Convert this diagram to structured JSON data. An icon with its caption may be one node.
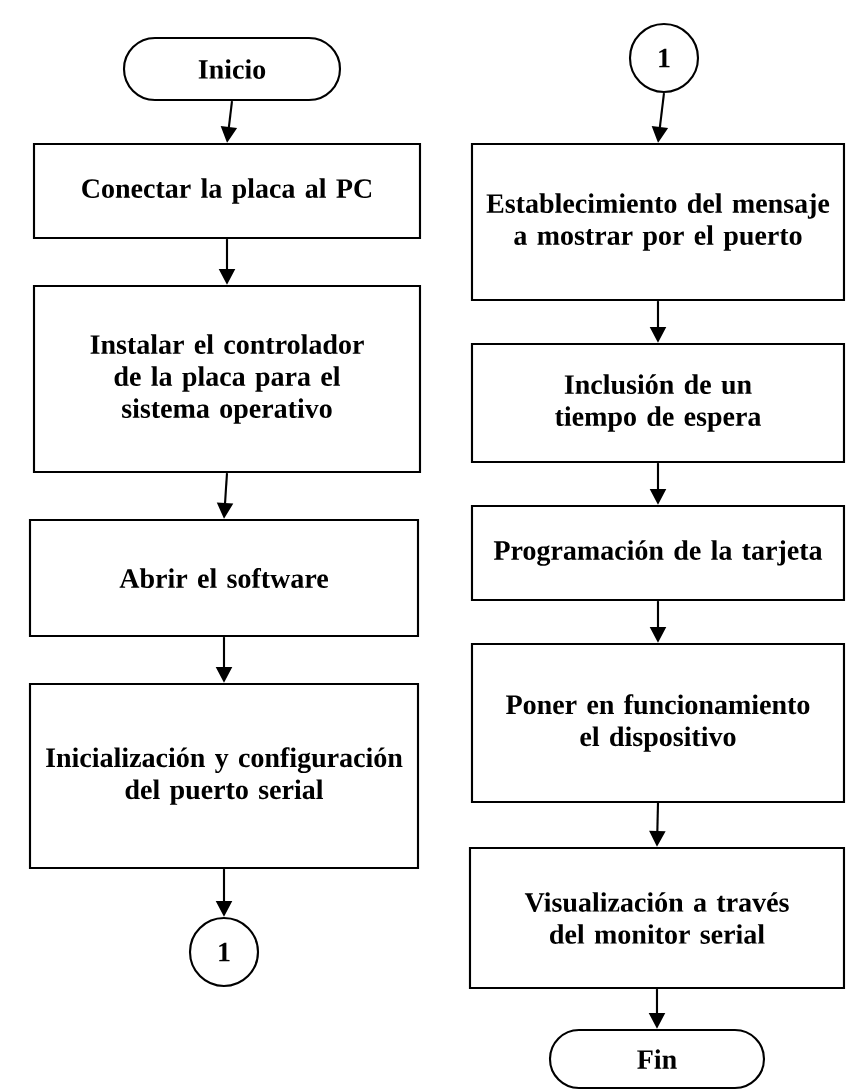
{
  "diagram": {
    "nodes": [
      {
        "text": [
          "Inicio"
        ]
      },
      {
        "text": [
          "Conectar la placa al PC"
        ]
      },
      {
        "text": [
          "Instalar el controlador de la placa para el sistema operativo"
        ]
      },
      {
        "text": [
          "Abrir el software"
        ]
      },
      {
        "text": [
          "Inicialización y configuración del puerto serial"
        ]
      },
      {
        "text": [
          "1"
        ]
      },
      {
        "text": [
          "1"
        ]
      },
      {
        "text": [
          "Establecimiento del mensaje a mostrar por el puerto"
        ]
      },
      {
        "text": [
          "Inclusión de un tiempo de espera"
        ]
      },
      {
        "text": [
          "Programación de la tarjeta"
        ]
      },
      {
        "text": [
          "Poner en funcionamiento el dispositivo"
        ]
      },
      {
        "text": [
          "Visualización a través del monitor serial"
        ]
      },
      {
        "text": [
          "Fin"
        ]
      }
    ],
    "edges": [
      {
        "from": 0,
        "to": 1,
        "arrow": "to"
      },
      {
        "from": 1,
        "to": 2,
        "arrow": "to"
      },
      {
        "from": 2,
        "to": 3,
        "arrow": "to"
      },
      {
        "from": 3,
        "to": 4,
        "arrow": "to"
      },
      {
        "from": 4,
        "to": 5,
        "arrow": "to"
      },
      {
        "from": 6,
        "to": 7,
        "arrow": "to"
      },
      {
        "from": 7,
        "to": 8,
        "arrow": "to"
      },
      {
        "from": 8,
        "to": 9,
        "arrow": "to"
      },
      {
        "from": 9,
        "to": 10,
        "arrow": "to"
      },
      {
        "from": 10,
        "to": 11,
        "arrow": "to"
      },
      {
        "from": 11,
        "to": 12,
        "arrow": "to"
      }
    ]
  }
}
